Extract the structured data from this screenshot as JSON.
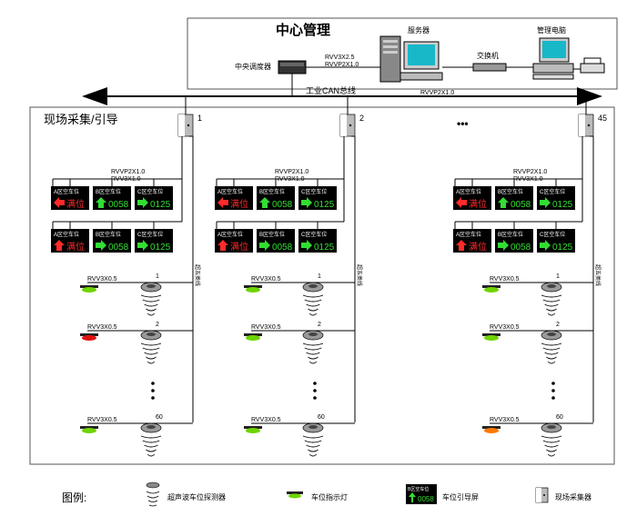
{
  "center": {
    "title": "中心管理",
    "server_label": "服务器",
    "pc_label": "管理电脑",
    "switch_label": "交换机",
    "dispatcher_label": "中央调度器",
    "cable_a": "RVV3X2.5",
    "cable_b": "RVVP2X1.0"
  },
  "bus": {
    "label": "工业CAN总线",
    "cable": "RVVP2X1.0"
  },
  "field": {
    "title": "现场采集/引导",
    "ellipsis": "•••"
  },
  "columns": [
    {
      "collector_no": "1"
    },
    {
      "collector_no": "2"
    },
    {
      "collector_no": "45"
    }
  ],
  "guide_cable_a": "RVVP2X1.0",
  "guide_cable_b": "RVV3X1.0",
  "sensor_cable": "RVV3X0.5",
  "vertical_cable": "超五类线",
  "sensor_numbers": [
    "1",
    "2",
    "60"
  ],
  "guide_screens": [
    {
      "title": "A区空车位",
      "value": "满位",
      "arrow": "left-arrow",
      "color": "#ff2a2a"
    },
    {
      "title": "B区空车位",
      "value": "0058",
      "arrow": "up-arrow",
      "color": "#33dd33"
    },
    {
      "title": "C区空车位",
      "value": "0125",
      "arrow": "right-arrow",
      "color": "#33dd33"
    }
  ],
  "guide_screens_row2": [
    {
      "title": "A区空车位",
      "value": "满位",
      "arrow": "up-arrow",
      "color": "#ff2a2a"
    },
    {
      "title": "B区空车位",
      "value": "0058",
      "arrow": "right-arrow",
      "color": "#33dd33"
    },
    {
      "title": "C区空车位",
      "value": "0125",
      "arrow": "right-arrow",
      "color": "#33dd33"
    }
  ],
  "legend": {
    "title": "图例:",
    "sensor": "超声波车位探测器",
    "lamp": "车位指示灯",
    "screen": "车位引导屏",
    "screen_title": "B区空车位",
    "screen_value": "0058",
    "collector": "现场采集器"
  },
  "colors": {
    "lamp_green": "#6fd400",
    "lamp_red": "#e01010",
    "lamp_orange": "#ff7a00"
  }
}
